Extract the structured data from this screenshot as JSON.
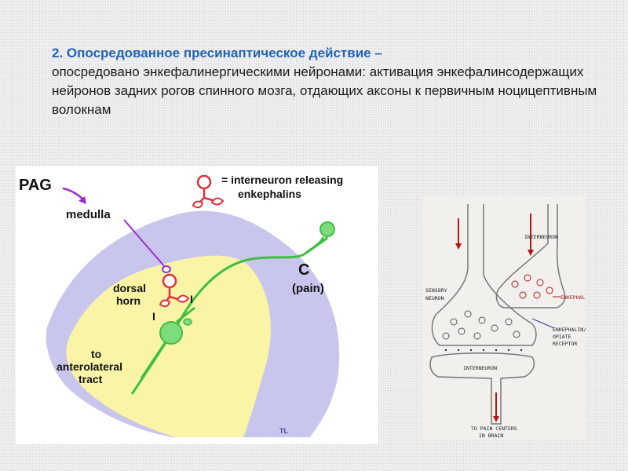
{
  "slide": {
    "number": "2.",
    "heading": "Опосредованное пресинаптическое действие –",
    "body": "опосредовано энкефалинергическими нейронами: активация энкефалинсодержащих нейронов задних рогов спинного мозга, отдающих аксоны к первичным ноцицептивным волокнам"
  },
  "left_diagram": {
    "pag": "PAG",
    "legend_line1": "= interneuron releasing",
    "legend_line2": "enkephalins",
    "medulla": "medulla",
    "dorsal": "dorsal",
    "horn": "horn",
    "inhib_1": "I",
    "inhib_2": "I",
    "fiber_c": "C",
    "fiber_pain": "(pain)",
    "to": "to",
    "anterolateral": "anterolateral",
    "tract": "tract",
    "signature": "TL"
  },
  "right_diagram": {
    "interneuron_top": "INTERNEURON",
    "sensory": "SENSORY",
    "neuron": "NEURON",
    "enkephalin": "ENKEPHALIN",
    "receptor_1": "ENKEPHALIN/",
    "receptor_2": "OPIATE",
    "receptor_3": "RECEPTOR",
    "interneuron_bottom": "INTERNEURON",
    "to_pain_1": "TO PAIN CENTERS",
    "to_pain_2": "IN BRAIN"
  },
  "colors": {
    "heading_blue": "#1f63b5",
    "lavender": "#c8c6ec",
    "yellow": "#faf4a6",
    "green_fiber": "#3fbf3f",
    "red_neuron": "#e0303a",
    "purple_path": "#9a2bd0",
    "dark_red_arrow": "#b01818"
  }
}
